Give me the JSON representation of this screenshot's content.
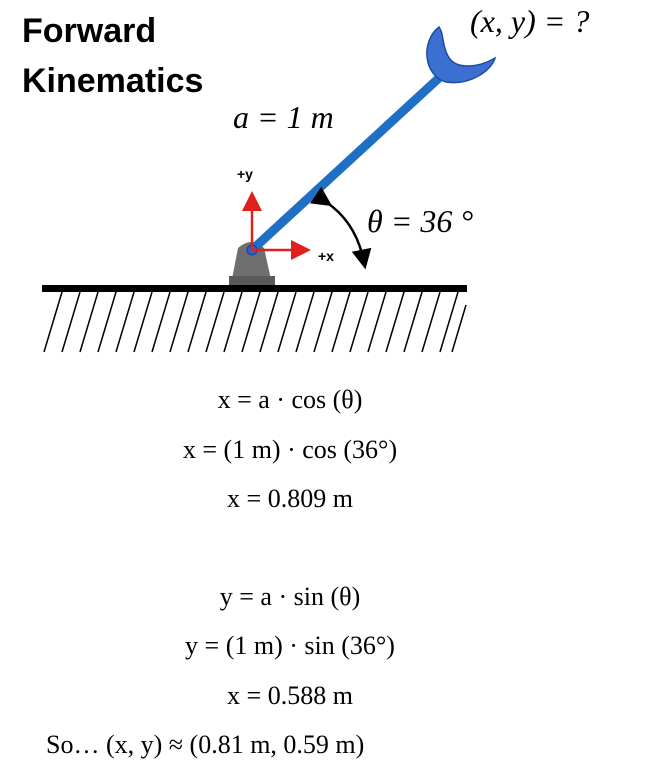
{
  "title": {
    "line1": "Forward",
    "line2": "Kinematics"
  },
  "diagram": {
    "target_label": "(x, y) = ?",
    "link_label": "a = 1 m",
    "angle_label": "θ = 36 °",
    "axis_y_label": "+y",
    "axis_x_label": "+x",
    "colors": {
      "arm": "#1f6fc4",
      "gripper": "#3b6fd1",
      "axis": "#e0201b",
      "base": "#6e6e6e",
      "ground": "#000000"
    }
  },
  "equations": {
    "x1": "x = a · cos (θ)",
    "x2": "x = (1 m) · cos (36°)",
    "x3": "x = 0.809 m",
    "y1": "y = a · sin (θ)",
    "y2": "y = (1 m) · sin (36°)",
    "y3": "x = 0.588 m",
    "result": "So… (x, y) ≈ (0.81 m, 0.59 m)"
  }
}
